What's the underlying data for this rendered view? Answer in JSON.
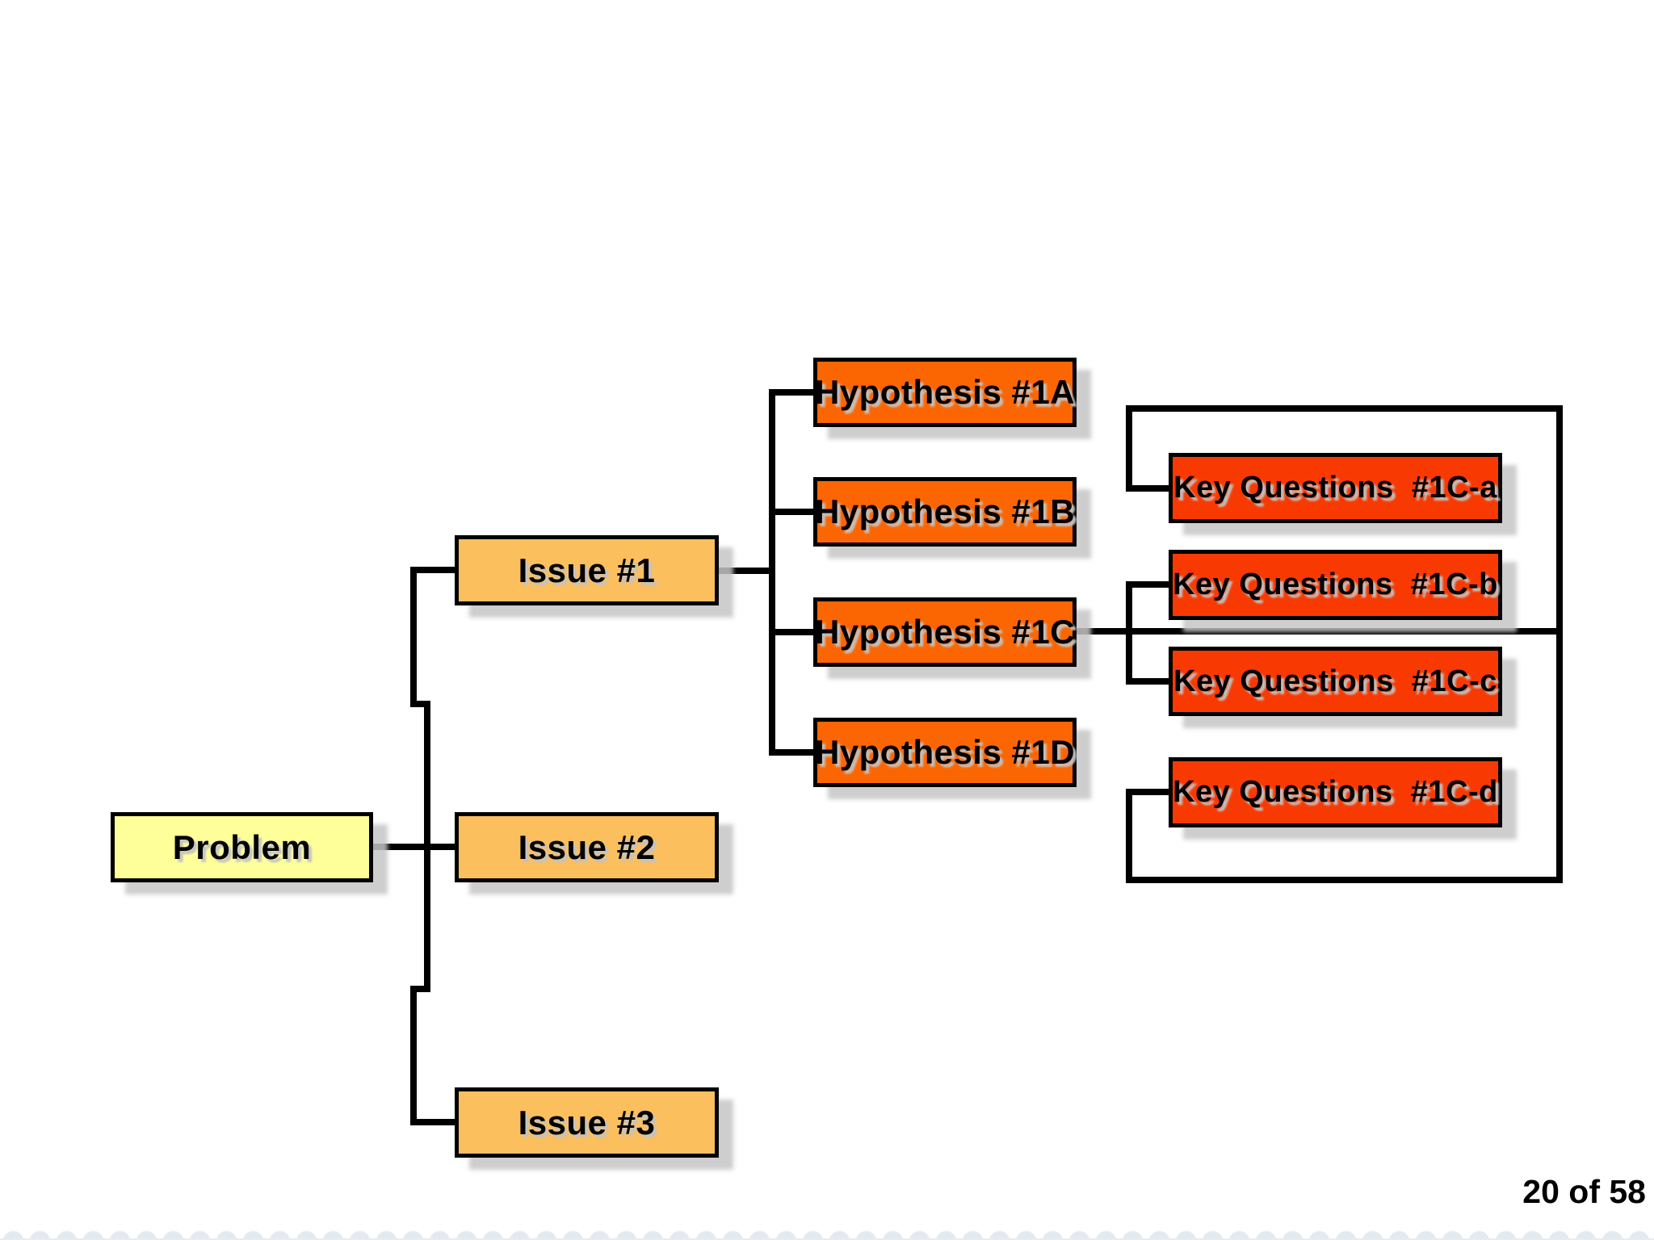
{
  "slide": {
    "footer_page_number": "20 of 58"
  },
  "colors": {
    "background": "#FFFFFF",
    "problem_fill": "#FFFF99",
    "issue_fill": "#FCBF5E",
    "hypothesis_fill": "#FB6602",
    "key_question_fill": "#F83A02",
    "connector": "#000000",
    "box_border": "#000000",
    "drop_shadow": "#C6C6C6"
  },
  "tree": {
    "problem": {
      "label": "Problem"
    },
    "issues": [
      {
        "label": "Issue #1"
      },
      {
        "label": "Issue #2"
      },
      {
        "label": "Issue #3"
      }
    ],
    "hypotheses": [
      {
        "label": "Hypothesis #1A"
      },
      {
        "label": "Hypothesis #1B"
      },
      {
        "label": "Hypothesis #1C"
      },
      {
        "label": "Hypothesis #1D"
      }
    ],
    "key_questions": [
      {
        "label": "Key Questions  #1C-a"
      },
      {
        "label": "Key Questions  #1C-b"
      },
      {
        "label": "Key Questions  #1C-c"
      },
      {
        "label": "Key Questions  #1C-d"
      }
    ]
  }
}
